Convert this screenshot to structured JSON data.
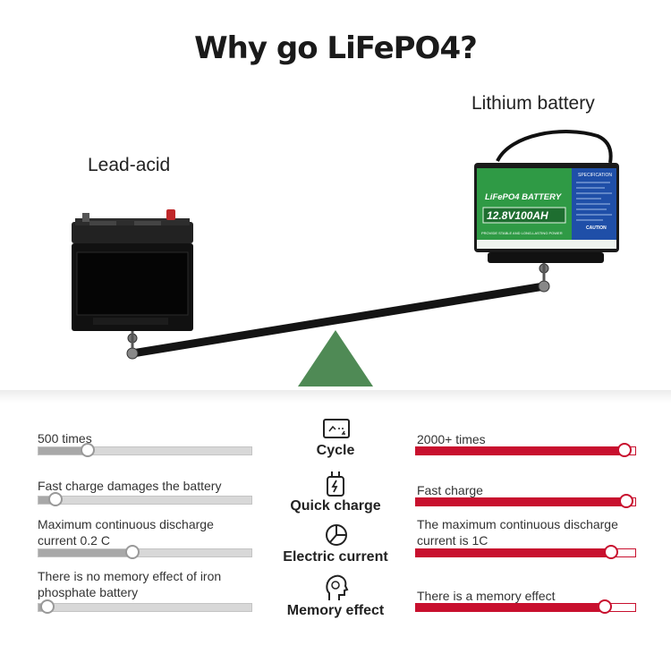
{
  "title": "Why go LiFePO4?",
  "lead_acid_label": "Lead-acid",
  "lithium_label": "Lithium battery",
  "lithium_battery": {
    "header": "SPECIFICATION",
    "brand": "LiFePO4 BATTERY",
    "rating": "12.8V100AH",
    "slogan": "PROVIDE STABLE AND LONG-LASTING POWER",
    "warning": "CAUTION"
  },
  "colors": {
    "triangle": "#4f8a55",
    "accent_red": "#c8102e",
    "gray_track": "#d8d8d8",
    "battery_green": "#2f9a45",
    "battery_blue": "#1f4fa8"
  },
  "comparison": [
    {
      "icon": "cycle-icon",
      "label": "Cycle",
      "lead_acid": {
        "text": "500 times",
        "level": 0.23
      },
      "lithium": {
        "text": "2000+ times",
        "level": 0.95
      }
    },
    {
      "icon": "quick-charge-icon",
      "label": "Quick charge",
      "lead_acid": {
        "text": "Fast charge damages the battery",
        "level": 0.08
      },
      "lithium": {
        "text": "Fast charge",
        "level": 0.96
      }
    },
    {
      "icon": "electric-current-icon",
      "label": "Electric current",
      "lead_acid": {
        "text": "Maximum continuous discharge current 0.2 C",
        "level": 0.44
      },
      "lithium": {
        "text": "The maximum continuous discharge current is 1C",
        "level": 0.89
      }
    },
    {
      "icon": "memory-effect-icon",
      "label": "Memory effect",
      "lead_acid": {
        "text": "There is no memory effect of iron phosphate battery",
        "level": 0.04
      },
      "lithium": {
        "text": "There is a memory effect",
        "level": 0.86
      }
    }
  ]
}
